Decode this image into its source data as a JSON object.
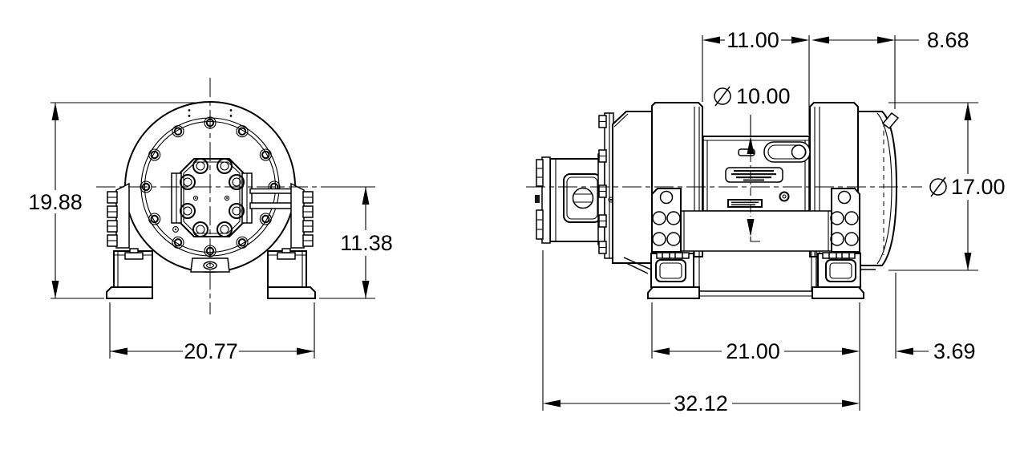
{
  "drawing": {
    "front_view": {
      "dimensions": {
        "overall_height": "19.88",
        "centerline_to_base": "11.38",
        "base_width": "20.77"
      }
    },
    "side_view": {
      "dimensions": {
        "drum_length": "11.00",
        "end_section_length": "8.68",
        "barrel_diameter_symbol": "⌀",
        "barrel_diameter": "10.00",
        "flange_diameter_symbol": "⌀",
        "flange_diameter": "17.00",
        "base_length": "21.00",
        "flange_offset": "3.69",
        "overall_length": "32.12"
      }
    }
  }
}
